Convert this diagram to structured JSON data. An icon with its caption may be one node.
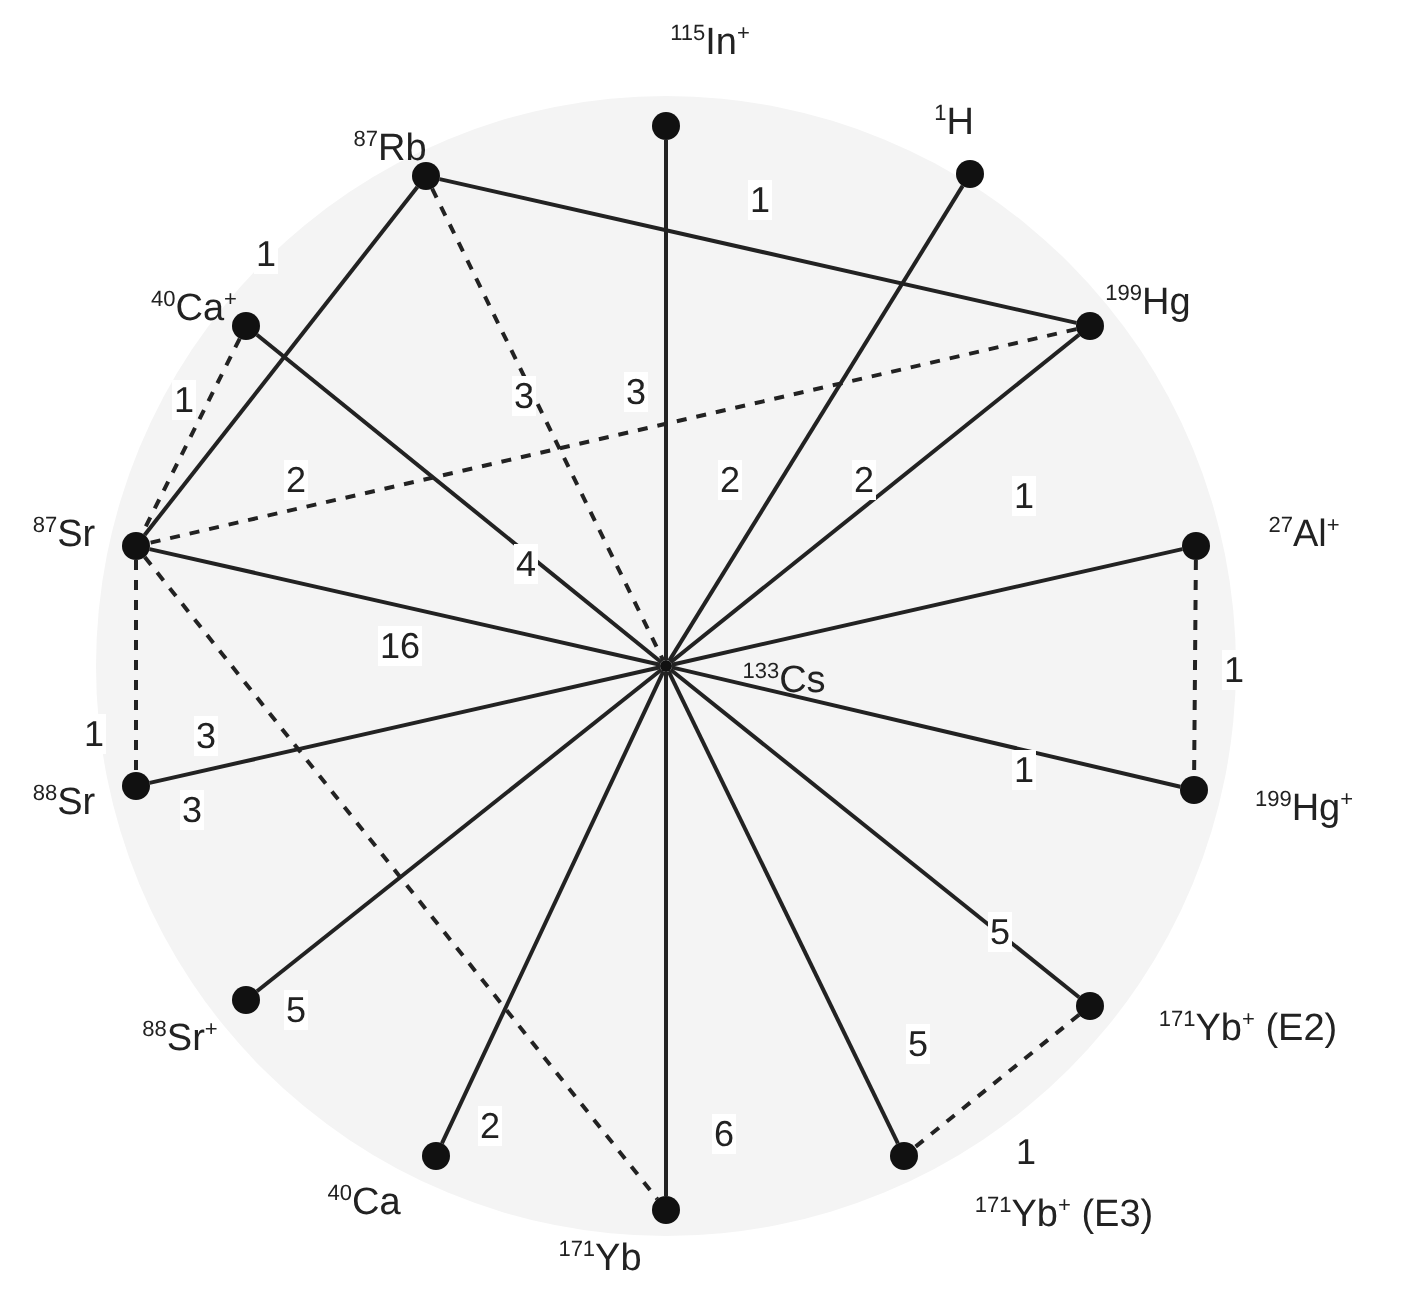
{
  "diagram": {
    "nodes": [
      {
        "text": [
          "$^{115}$In$^{+}$"
        ]
      },
      {
        "text": [
          "$^{1}$H"
        ]
      },
      {
        "text": [
          "$^{199}$Hg"
        ]
      },
      {
        "text": [
          "$^{27}$Al$^{+}$"
        ]
      },
      {
        "text": [
          "$^{133}$Cs"
        ]
      },
      {
        "text": [
          "$^{199}$Hg$^{+}$"
        ]
      },
      {
        "text": [
          "$^{171}$Yb$^{+}$ (E2)"
        ]
      },
      {
        "text": [
          "$^{171}$Yb$^{+}$ (E3)"
        ]
      },
      {
        "text": [
          "$^{171}$Yb"
        ]
      },
      {
        "text": [
          "$^{40}$Ca"
        ]
      },
      {
        "text": [
          "$^{88}$Sr$^{+}$"
        ]
      },
      {
        "text": [
          "$^{88}$Sr"
        ]
      },
      {
        "text": [
          "$^{87}$Sr"
        ]
      },
      {
        "text": [
          "$^{40}$Ca$^{+}$"
        ]
      },
      {
        "text": [
          "$^{87}$Rb"
        ]
      }
    ],
    "edges": [
      {
        "from": 14,
        "to": 2,
        "arrow": "none",
        "label": "1"
      },
      {
        "from": 14,
        "to": 12,
        "arrow": "none",
        "label": "1"
      },
      {
        "from": 14,
        "to": 4,
        "arrow": "none",
        "label": "3",
        "style": "dashed"
      },
      {
        "from": 0,
        "to": 4,
        "arrow": "none",
        "label": "3"
      },
      {
        "from": 1,
        "to": 4,
        "arrow": "none",
        "label": "2"
      },
      {
        "from": 2,
        "to": 4,
        "arrow": "none",
        "label": "2"
      },
      {
        "from": 2,
        "to": 12,
        "arrow": "none",
        "label": "2",
        "style": "dashed"
      },
      {
        "from": 13,
        "to": 12,
        "arrow": "none",
        "label": "1",
        "style": "dashed"
      },
      {
        "from": 13,
        "to": 4,
        "arrow": "none",
        "label": "4"
      },
      {
        "from": 12,
        "to": 4,
        "arrow": "none",
        "label": "16"
      },
      {
        "from": 12,
        "to": 11,
        "arrow": "none",
        "label": "1",
        "style": "dashed"
      },
      {
        "from": 12,
        "to": 8,
        "arrow": "none",
        "label": "3",
        "style": "dashed"
      },
      {
        "from": 11,
        "to": 4,
        "arrow": "none",
        "label": "3"
      },
      {
        "from": 10,
        "to": 4,
        "arrow": "none",
        "label": "5"
      },
      {
        "from": 9,
        "to": 4,
        "arrow": "none",
        "label": "2"
      },
      {
        "from": 8,
        "to": 4,
        "arrow": "none",
        "label": "6"
      },
      {
        "from": 7,
        "to": 4,
        "arrow": "none",
        "label": "5"
      },
      {
        "from": 6,
        "to": 4,
        "arrow": "none",
        "label": "5"
      },
      {
        "from": 6,
        "to": 7,
        "arrow": "none",
        "label": "1",
        "style": "dashed"
      },
      {
        "from": 5,
        "to": 4,
        "arrow": "none",
        "label": "1"
      },
      {
        "from": 3,
        "to": 4,
        "arrow": "none",
        "label": "1"
      },
      {
        "from": 3,
        "to": 5,
        "arrow": "none",
        "label": "1",
        "style": "dashed"
      }
    ]
  }
}
